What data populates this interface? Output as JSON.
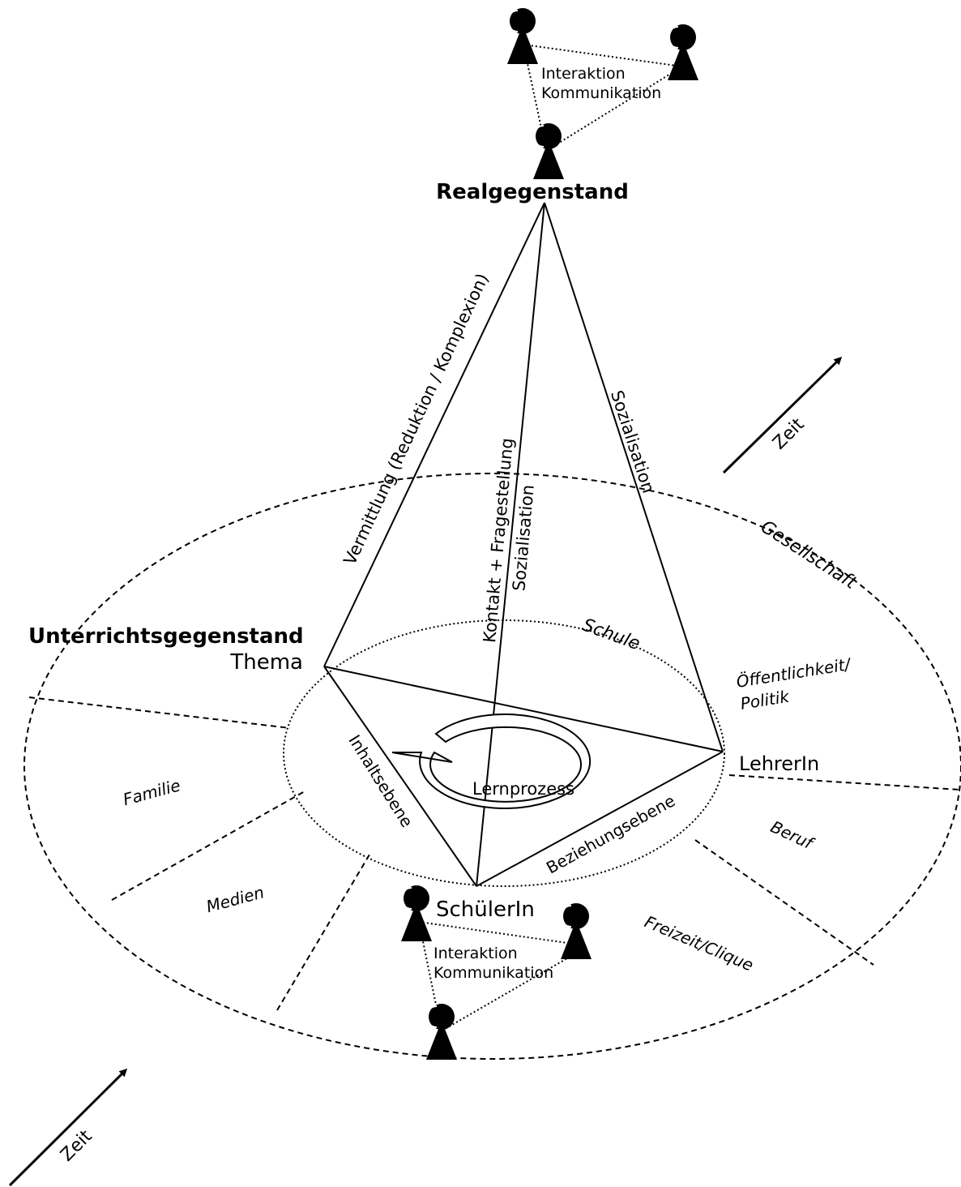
{
  "nodes": {
    "realgegenstand": "Realgegenstand",
    "unterrichtsgegenstand": "Unterrichtsgegenstand",
    "thema": "Thema",
    "lehrerin": "LehrerIn",
    "schuelerin": "SchülerIn"
  },
  "edges": {
    "vermittlung": "Vermittlung (Reduktion / Komplexion)",
    "kontakt": "Kontakt + Fragestellung",
    "sozialisation_center": "Sozialisation",
    "sozialisation_right": "Sozialisation",
    "inhaltsebene": "Inhaltsebene",
    "beziehungsebene": "Beziehungsebene"
  },
  "center": {
    "lernprozess": "Lernprozess"
  },
  "regions": {
    "schule": "Schule",
    "gesellschaft": "Gesellschaft",
    "oeffentlichkeit_line1": "Öffentlichkeit/",
    "oeffentlichkeit_line2": "Politik",
    "familie": "Familie",
    "medien": "Medien",
    "beruf": "Beruf",
    "freizeit": "Freizeit/Clique"
  },
  "groups": {
    "top": {
      "line1": "Interaktion",
      "line2": "Kommunikation"
    },
    "bottom": {
      "line1": "Interaktion",
      "line2": "Kommunikation"
    }
  },
  "time": {
    "right": "Zeit",
    "left": "Zeit"
  }
}
